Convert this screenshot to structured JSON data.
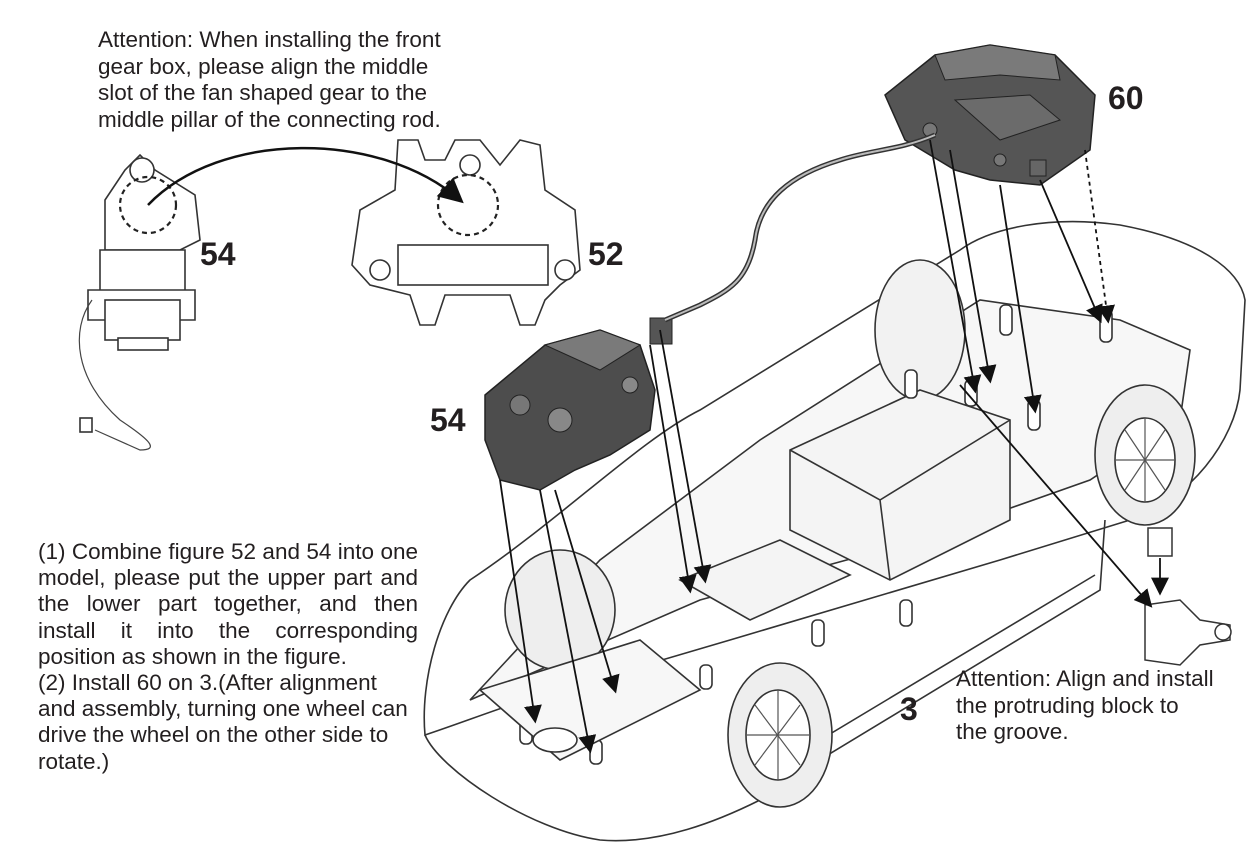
{
  "notes": {
    "top": "Attention: When installing the front\ngear box, please align the middle\nslot of the fan shaped gear to the\nmiddle pillar of the connecting rod.",
    "right": "Attention: Align and install\nthe protruding block to\nthe groove."
  },
  "steps": [
    "(1) Combine figure 52 and 54 into one model, please put the upper part and the lower part together, and then install it into the corresponding position as shown in the figure.",
    "(2) Install 60 on 3.(After alignment and assembly, turning one wheel can drive the wheel on the other side to rotate.)"
  ],
  "parts": {
    "p54_top": "54",
    "p52": "52",
    "p60": "60",
    "p54_mid": "54",
    "p3": "3"
  }
}
